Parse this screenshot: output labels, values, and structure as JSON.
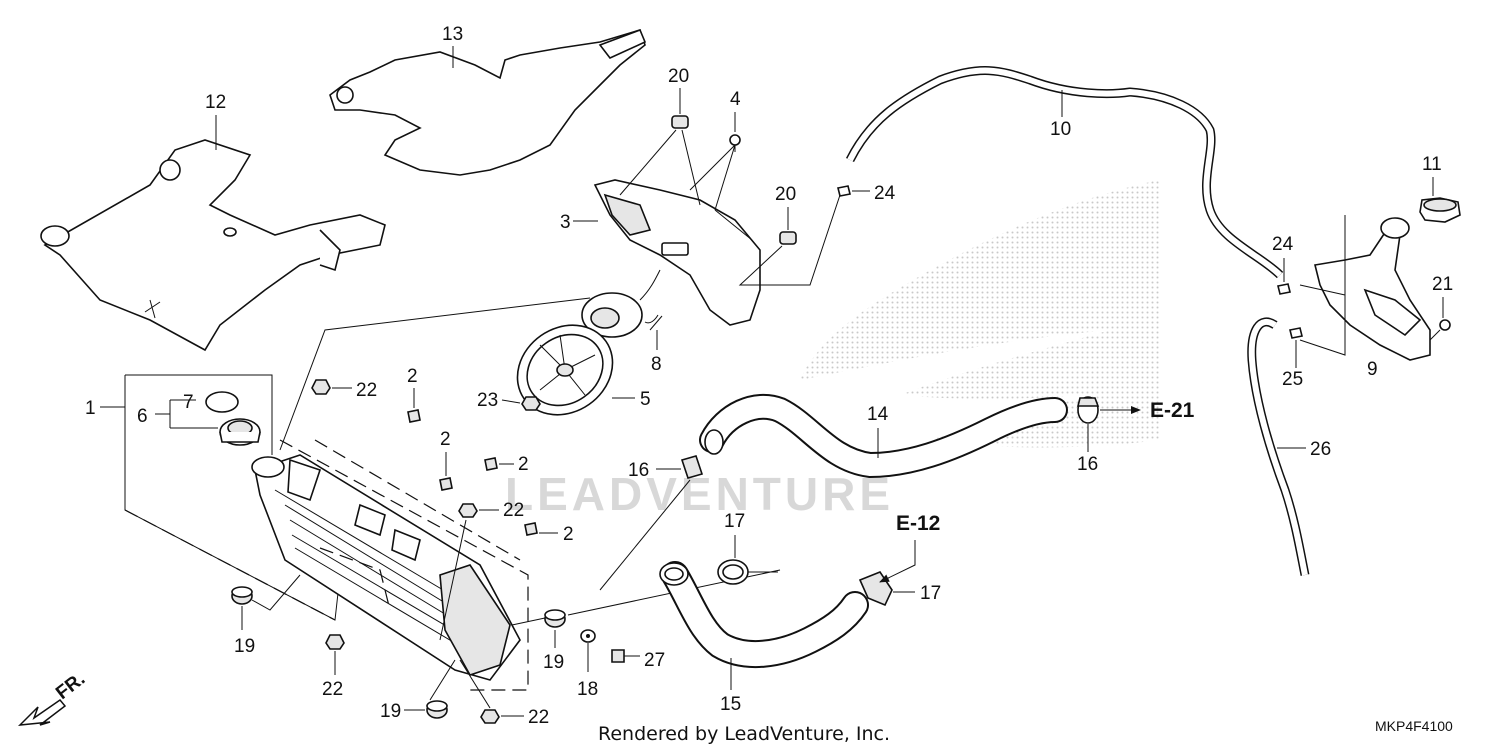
{
  "diagram": {
    "code": "MKP4F4100",
    "render_note": "Rendered by LeadVenture, Inc.",
    "watermark": "LEADVENTURE",
    "front_marker": "FR.",
    "references": {
      "e21": "E-21",
      "e12": "E-12"
    },
    "callouts": {
      "c1": "1",
      "c2a": "2",
      "c2b": "2",
      "c2c": "2",
      "c2d": "2",
      "c3": "3",
      "c4": "4",
      "c5": "5",
      "c6": "6",
      "c7": "7",
      "c8": "8",
      "c9": "9",
      "c10": "10",
      "c11": "11",
      "c12": "12",
      "c13": "13",
      "c14": "14",
      "c15": "15",
      "c16a": "16",
      "c16b": "16",
      "c17a": "17",
      "c17b": "17",
      "c18": "18",
      "c19a": "19",
      "c19b": "19",
      "c19c": "19",
      "c20a": "20",
      "c20b": "20",
      "c21": "21",
      "c22a": "22",
      "c22b": "22",
      "c22c": "22",
      "c22d": "22",
      "c23": "23",
      "c24a": "24",
      "c24b": "24",
      "c25": "25",
      "c26": "26",
      "c27": "27"
    }
  }
}
